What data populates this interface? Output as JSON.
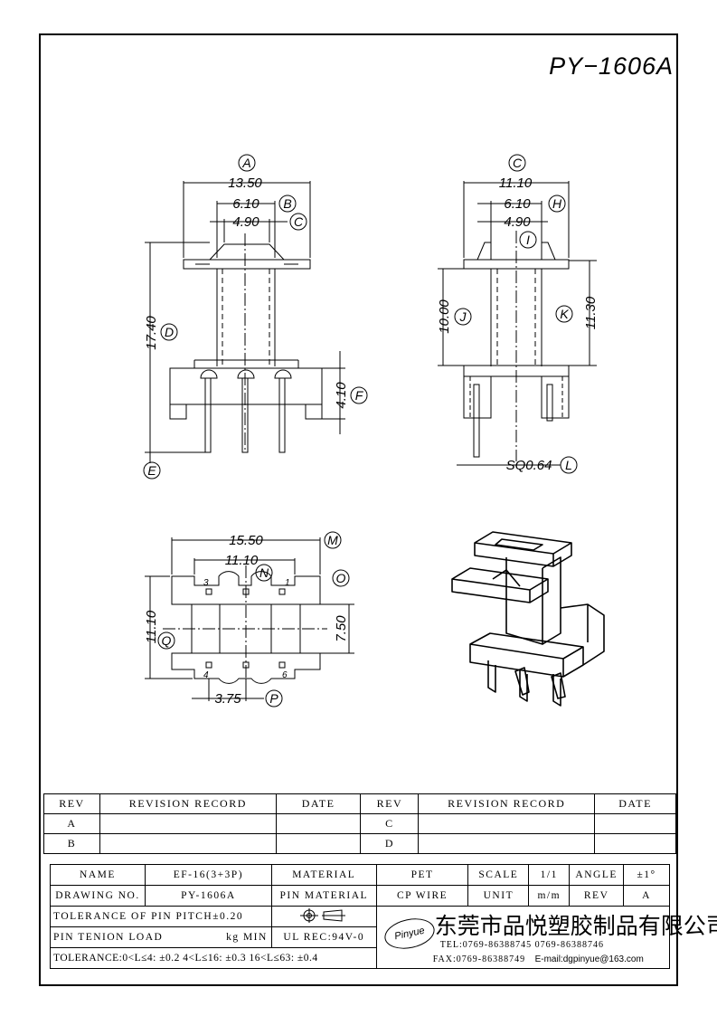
{
  "drawing_number": "PY−1606A",
  "front_view": {
    "callout_a": "A",
    "callout_b": "B",
    "callout_c": "C",
    "callout_d": "D",
    "callout_e": "E",
    "callout_f": "F",
    "dim_a": "13.50",
    "dim_b": "6.10",
    "dim_c": "4.90",
    "dim_d": "17.40",
    "dim_f": "4.10"
  },
  "side_view": {
    "callout_c": "C",
    "callout_h": "H",
    "callout_i": "I",
    "callout_j": "J",
    "callout_k": "K",
    "callout_l": "L",
    "dim_c": "11.10",
    "dim_h": "6.10",
    "dim_i": "4.90",
    "dim_j": "10.00",
    "dim_k": "11.30",
    "dim_l": "SQ0.64"
  },
  "top_view": {
    "callout_m": "M",
    "callout_n": "N",
    "callout_o": "O",
    "callout_p": "P",
    "callout_q": "Q",
    "dim_m": "15.50",
    "dim_n": "11.10",
    "dim_q": "11.10",
    "dim_v": "7.50",
    "dim_p": "3.75",
    "pin_1": "1",
    "pin_3": "3",
    "pin_4": "4",
    "pin_6": "6"
  },
  "revision_table": {
    "col_rev": "REV",
    "col_record": "REVISION RECORD",
    "col_date": "DATE",
    "row_a": "A",
    "row_b": "B",
    "row_c": "C",
    "row_d": "D"
  },
  "title_block": {
    "name_label": "NAME",
    "name_value": "EF-16(3+3P)",
    "material_label": "MATERIAL",
    "material_value": "PET",
    "scale_label": "SCALE",
    "scale_value": "1/1",
    "angle_label": "ANGLE",
    "angle_value": "±1°",
    "drawing_label": "DRAWING NO.",
    "drawing_value": "PY-1606A",
    "pin_material_label": "PIN MATERIAL",
    "pin_material_value": "CP WIRE",
    "unit_label": "UNIT",
    "unit_value": "m/m",
    "rev_label": "REV",
    "rev_value": "A",
    "pin_pitch_tolerance": "TOLERANCE OF PIN PITCH±0.20",
    "pin_tension": "PIN TENION LOAD",
    "pin_tension_unit": "kg MIN",
    "ul_rec": "UL REC:94V-0",
    "general_tolerance": "TOLERANCE:0<L≤4: ±0.2   4<L≤16: ±0.3   16<L≤63: ±0.4",
    "logo_text": "Pinyue",
    "company": "东莞市品悦塑胶制品有限公司",
    "tel": "TEL:0769-86388745    0769-86388746",
    "fax": "FAX:0769-86388749",
    "email": "E-mail:dgpinyue@163.com"
  }
}
